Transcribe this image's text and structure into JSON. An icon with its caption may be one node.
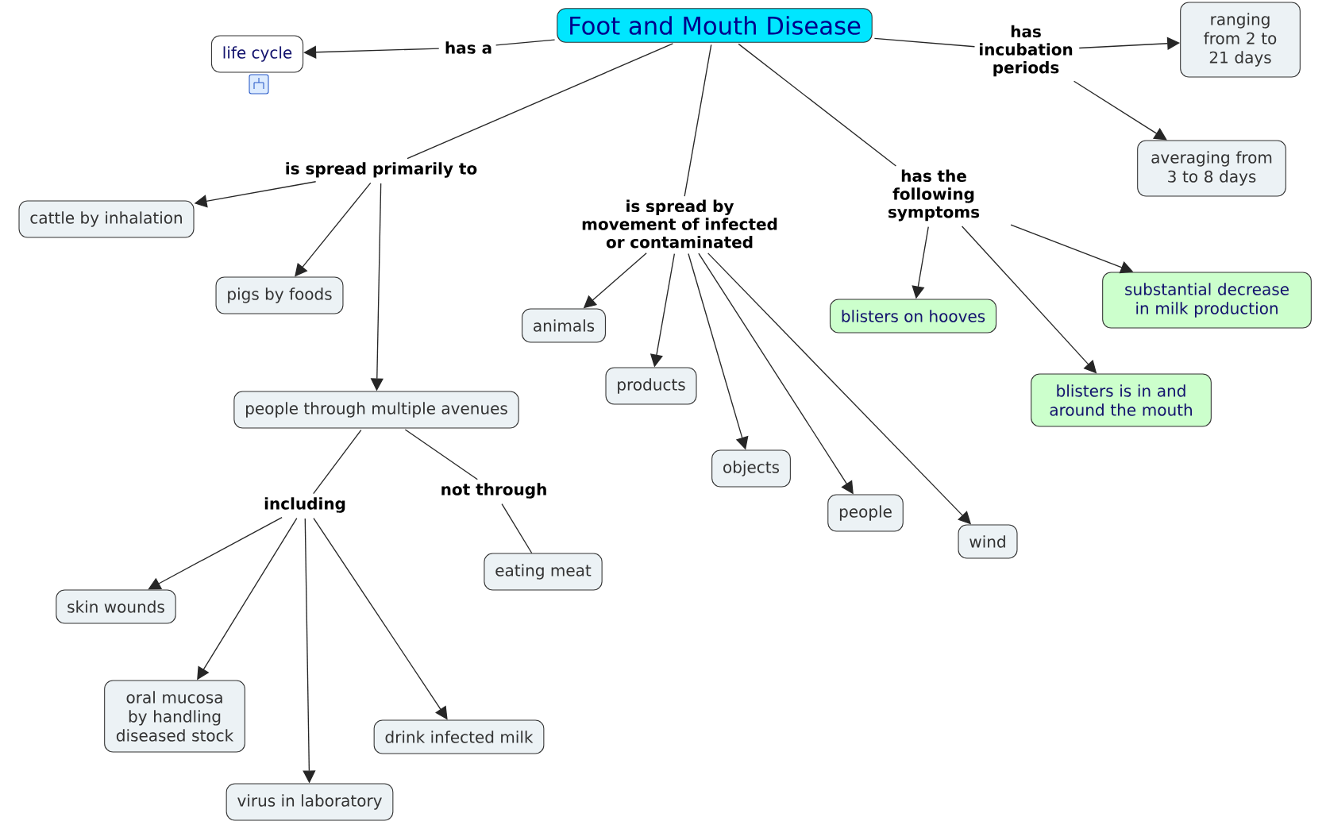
{
  "diagram": {
    "nodes": [
      {
        "text": [
          "Foot and Mouth Disease"
        ]
      },
      {
        "text": [
          "life cycle"
        ]
      },
      {
        "text": [
          "has a"
        ]
      },
      {
        "text": [
          "has incubation periods"
        ]
      },
      {
        "text": [
          "ranging from 2 to 21 days"
        ]
      },
      {
        "text": [
          "averaging from 3 to 8 days"
        ]
      },
      {
        "text": [
          "is spread primarily to"
        ]
      },
      {
        "text": [
          "cattle by inhalation"
        ]
      },
      {
        "text": [
          "pigs by foods"
        ]
      },
      {
        "text": [
          "people through multiple avenues"
        ]
      },
      {
        "text": [
          "including"
        ]
      },
      {
        "text": [
          "not through"
        ]
      },
      {
        "text": [
          "skin wounds"
        ]
      },
      {
        "text": [
          "oral mucosa by handling diseased stock"
        ]
      },
      {
        "text": [
          "virus in laboratory"
        ]
      },
      {
        "text": [
          "drink infected milk"
        ]
      },
      {
        "text": [
          "eating meat"
        ]
      },
      {
        "text": [
          "is spread by movement of infected or contaminated"
        ]
      },
      {
        "text": [
          "animals"
        ]
      },
      {
        "text": [
          "products"
        ]
      },
      {
        "text": [
          "objects"
        ]
      },
      {
        "text": [
          "people"
        ]
      },
      {
        "text": [
          "wind"
        ]
      },
      {
        "text": [
          "has the following symptoms"
        ]
      },
      {
        "text": [
          "blisters on hooves"
        ]
      },
      {
        "text": [
          "substantial decrease in milk production"
        ]
      },
      {
        "text": [
          "blisters is in and around the mouth"
        ]
      }
    ],
    "edges": [
      {
        "from": 0,
        "to": 2,
        "arrow": "none"
      },
      {
        "from": 2,
        "to": 1,
        "arrow": "to"
      },
      {
        "from": 0,
        "to": 3,
        "arrow": "none"
      },
      {
        "from": 3,
        "to": 4,
        "arrow": "to"
      },
      {
        "from": 3,
        "to": 5,
        "arrow": "to"
      },
      {
        "from": 0,
        "to": 6,
        "arrow": "none"
      },
      {
        "from": 6,
        "to": 7,
        "arrow": "to"
      },
      {
        "from": 6,
        "to": 8,
        "arrow": "to"
      },
      {
        "from": 6,
        "to": 9,
        "arrow": "to"
      },
      {
        "from": 9,
        "to": 10,
        "arrow": "none"
      },
      {
        "from": 9,
        "to": 11,
        "arrow": "none"
      },
      {
        "from": 10,
        "to": 12,
        "arrow": "to"
      },
      {
        "from": 10,
        "to": 13,
        "arrow": "to"
      },
      {
        "from": 10,
        "to": 14,
        "arrow": "to"
      },
      {
        "from": 10,
        "to": 15,
        "arrow": "to"
      },
      {
        "from": 11,
        "to": 16,
        "arrow": "none"
      },
      {
        "from": 0,
        "to": 17,
        "arrow": "none"
      },
      {
        "from": 17,
        "to": 18,
        "arrow": "to"
      },
      {
        "from": 17,
        "to": 19,
        "arrow": "to"
      },
      {
        "from": 17,
        "to": 20,
        "arrow": "to"
      },
      {
        "from": 17,
        "to": 21,
        "arrow": "to"
      },
      {
        "from": 17,
        "to": 22,
        "arrow": "to"
      },
      {
        "from": 0,
        "to": 23,
        "arrow": "none"
      },
      {
        "from": 23,
        "to": 24,
        "arrow": "to"
      },
      {
        "from": 23,
        "to": 25,
        "arrow": "to"
      },
      {
        "from": 23,
        "to": 26,
        "arrow": "to"
      }
    ]
  }
}
